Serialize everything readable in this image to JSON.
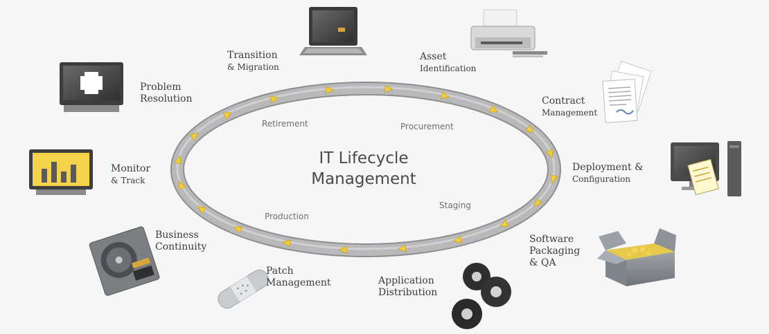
{
  "diagram": {
    "title_line1": "IT Lifecycle",
    "title_line2": "Management",
    "stages": {
      "retirement": "Retirement",
      "procurement": "Procurement",
      "staging": "Staging",
      "production": "Production"
    },
    "steps": [
      {
        "id": "transition",
        "line1": "Transition",
        "line2": "& Migration",
        "icon": "laptop-icon"
      },
      {
        "id": "asset",
        "line1": "Asset",
        "line2": "Identification",
        "icon": "printer-icon"
      },
      {
        "id": "contract",
        "line1": "Contract",
        "line2": "Management",
        "icon": "documents-icon"
      },
      {
        "id": "deployment",
        "line1": "Deployment &",
        "line2": "Configuration",
        "icon": "computer-clipboard-icon"
      },
      {
        "id": "software",
        "line1": "Software",
        "line2": "Packaging",
        "line3": "& QA",
        "icon": "box-icon"
      },
      {
        "id": "distribution",
        "line1": "Application",
        "line2": "Distribution",
        "icon": "discs-icon"
      },
      {
        "id": "patch",
        "line1": "Patch",
        "line2": "Management",
        "icon": "bandage-icon"
      },
      {
        "id": "continuity",
        "line1": "Business",
        "line2": "Continuity",
        "icon": "hard-drive-icon"
      },
      {
        "id": "monitor",
        "line1": "Monitor",
        "line2": "& Track",
        "icon": "monitor-chart-icon"
      },
      {
        "id": "problem",
        "line1": "Problem",
        "line2": "Resolution",
        "icon": "monitor-plus-icon"
      }
    ],
    "colors": {
      "ring": "#b3b3b5",
      "ring_edge": "#8e8e92",
      "arrow": "#f2cc3a",
      "text": "#3c3c3c"
    }
  }
}
